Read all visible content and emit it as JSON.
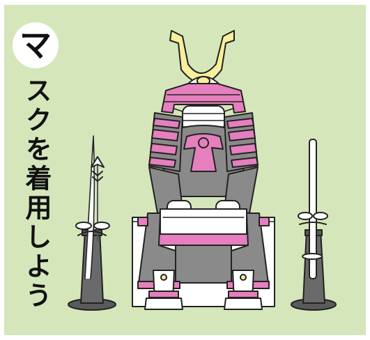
{
  "caption": {
    "first_char": "マ",
    "rest": "スクを着用しよう"
  },
  "colors": {
    "background": "#d5e6bb",
    "armor_pink": "#e57fbd",
    "armor_gray": "#8a8a8a",
    "horns_yellow": "#f7ef9a",
    "stand_dark": "#5a5a5a",
    "outline": "#222222"
  },
  "illustration": {
    "subject": "samurai-armor-with-face-mask",
    "left_prop": "bow-and-arrow-on-stand",
    "right_prop": "sword-on-stand"
  }
}
